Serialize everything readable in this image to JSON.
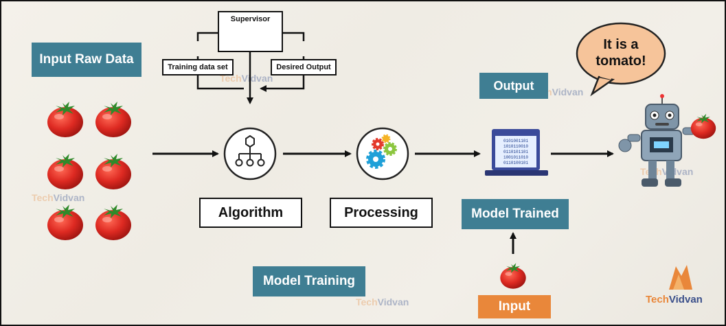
{
  "labels": {
    "input_raw_data": "Input Raw Data",
    "supervisor": "Supervisor",
    "training_data_set": "Training data set",
    "desired_output": "Desired Output",
    "algorithm": "Algorithm",
    "processing": "Processing",
    "output": "Output",
    "model_trained": "Model Trained",
    "model_training": "Model Training",
    "input": "Input",
    "speech_line1": "It is a",
    "speech_line2": "tomato!"
  },
  "brand": {
    "name_part1": "Tech",
    "name_part2": "Vidvan"
  },
  "icons": [
    "tomato-icon",
    "supervisor-laptop-icon",
    "algorithm-hierarchy-icon",
    "gears-icon",
    "binary-monitor-icon",
    "robot-icon",
    "techvidvan-logo-icon"
  ],
  "colors": {
    "teal": "#3f7e93",
    "orange": "#e9873a",
    "tomato": "#d9251f",
    "bubble": "#f6c49a"
  }
}
